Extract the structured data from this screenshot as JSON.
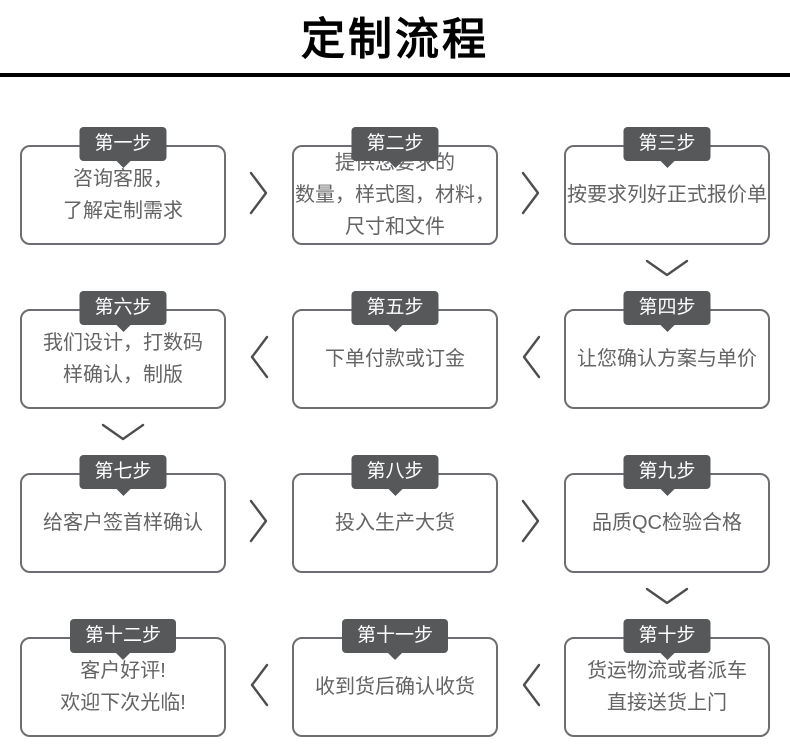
{
  "title": "定制流程",
  "colors": {
    "title": "#000000",
    "divider": "#000000",
    "badge_background": "#57585a",
    "badge_text": "#ffffff",
    "box_border": "#6d6e71",
    "box_text": "#646464",
    "arrow": "#4e4e50"
  },
  "icons": {
    "right": "chevron-right",
    "left": "chevron-left",
    "down": "chevron-down"
  },
  "steps": [
    {
      "badge": "第一步",
      "lines": [
        "咨询客服，",
        "了解定制需求"
      ]
    },
    {
      "badge": "第二步",
      "lines": [
        "提供您要求的",
        "数量，样式图，材料，",
        "尺寸和文件"
      ]
    },
    {
      "badge": "第三步",
      "lines": [
        "按要求列好正式报价单"
      ]
    },
    {
      "badge": "第四步",
      "lines": [
        "让您确认方案与单价"
      ]
    },
    {
      "badge": "第五步",
      "lines": [
        "下单付款或订金"
      ]
    },
    {
      "badge": "第六步",
      "lines": [
        "我们设计，打数码",
        "样确认，制版"
      ]
    },
    {
      "badge": "第七步",
      "lines": [
        "给客户签首样确认"
      ]
    },
    {
      "badge": "第八步",
      "lines": [
        "投入生产大货"
      ]
    },
    {
      "badge": "第九步",
      "lines": [
        "品质QC检验合格"
      ]
    },
    {
      "badge": "第十步",
      "lines": [
        "货运物流或者派车",
        "直接送货上门"
      ]
    },
    {
      "badge": "第十一步",
      "lines": [
        "收到货后确认收货"
      ]
    },
    {
      "badge": "第十二步",
      "lines": [
        "客户好评!",
        "欢迎下次光临!"
      ]
    }
  ]
}
